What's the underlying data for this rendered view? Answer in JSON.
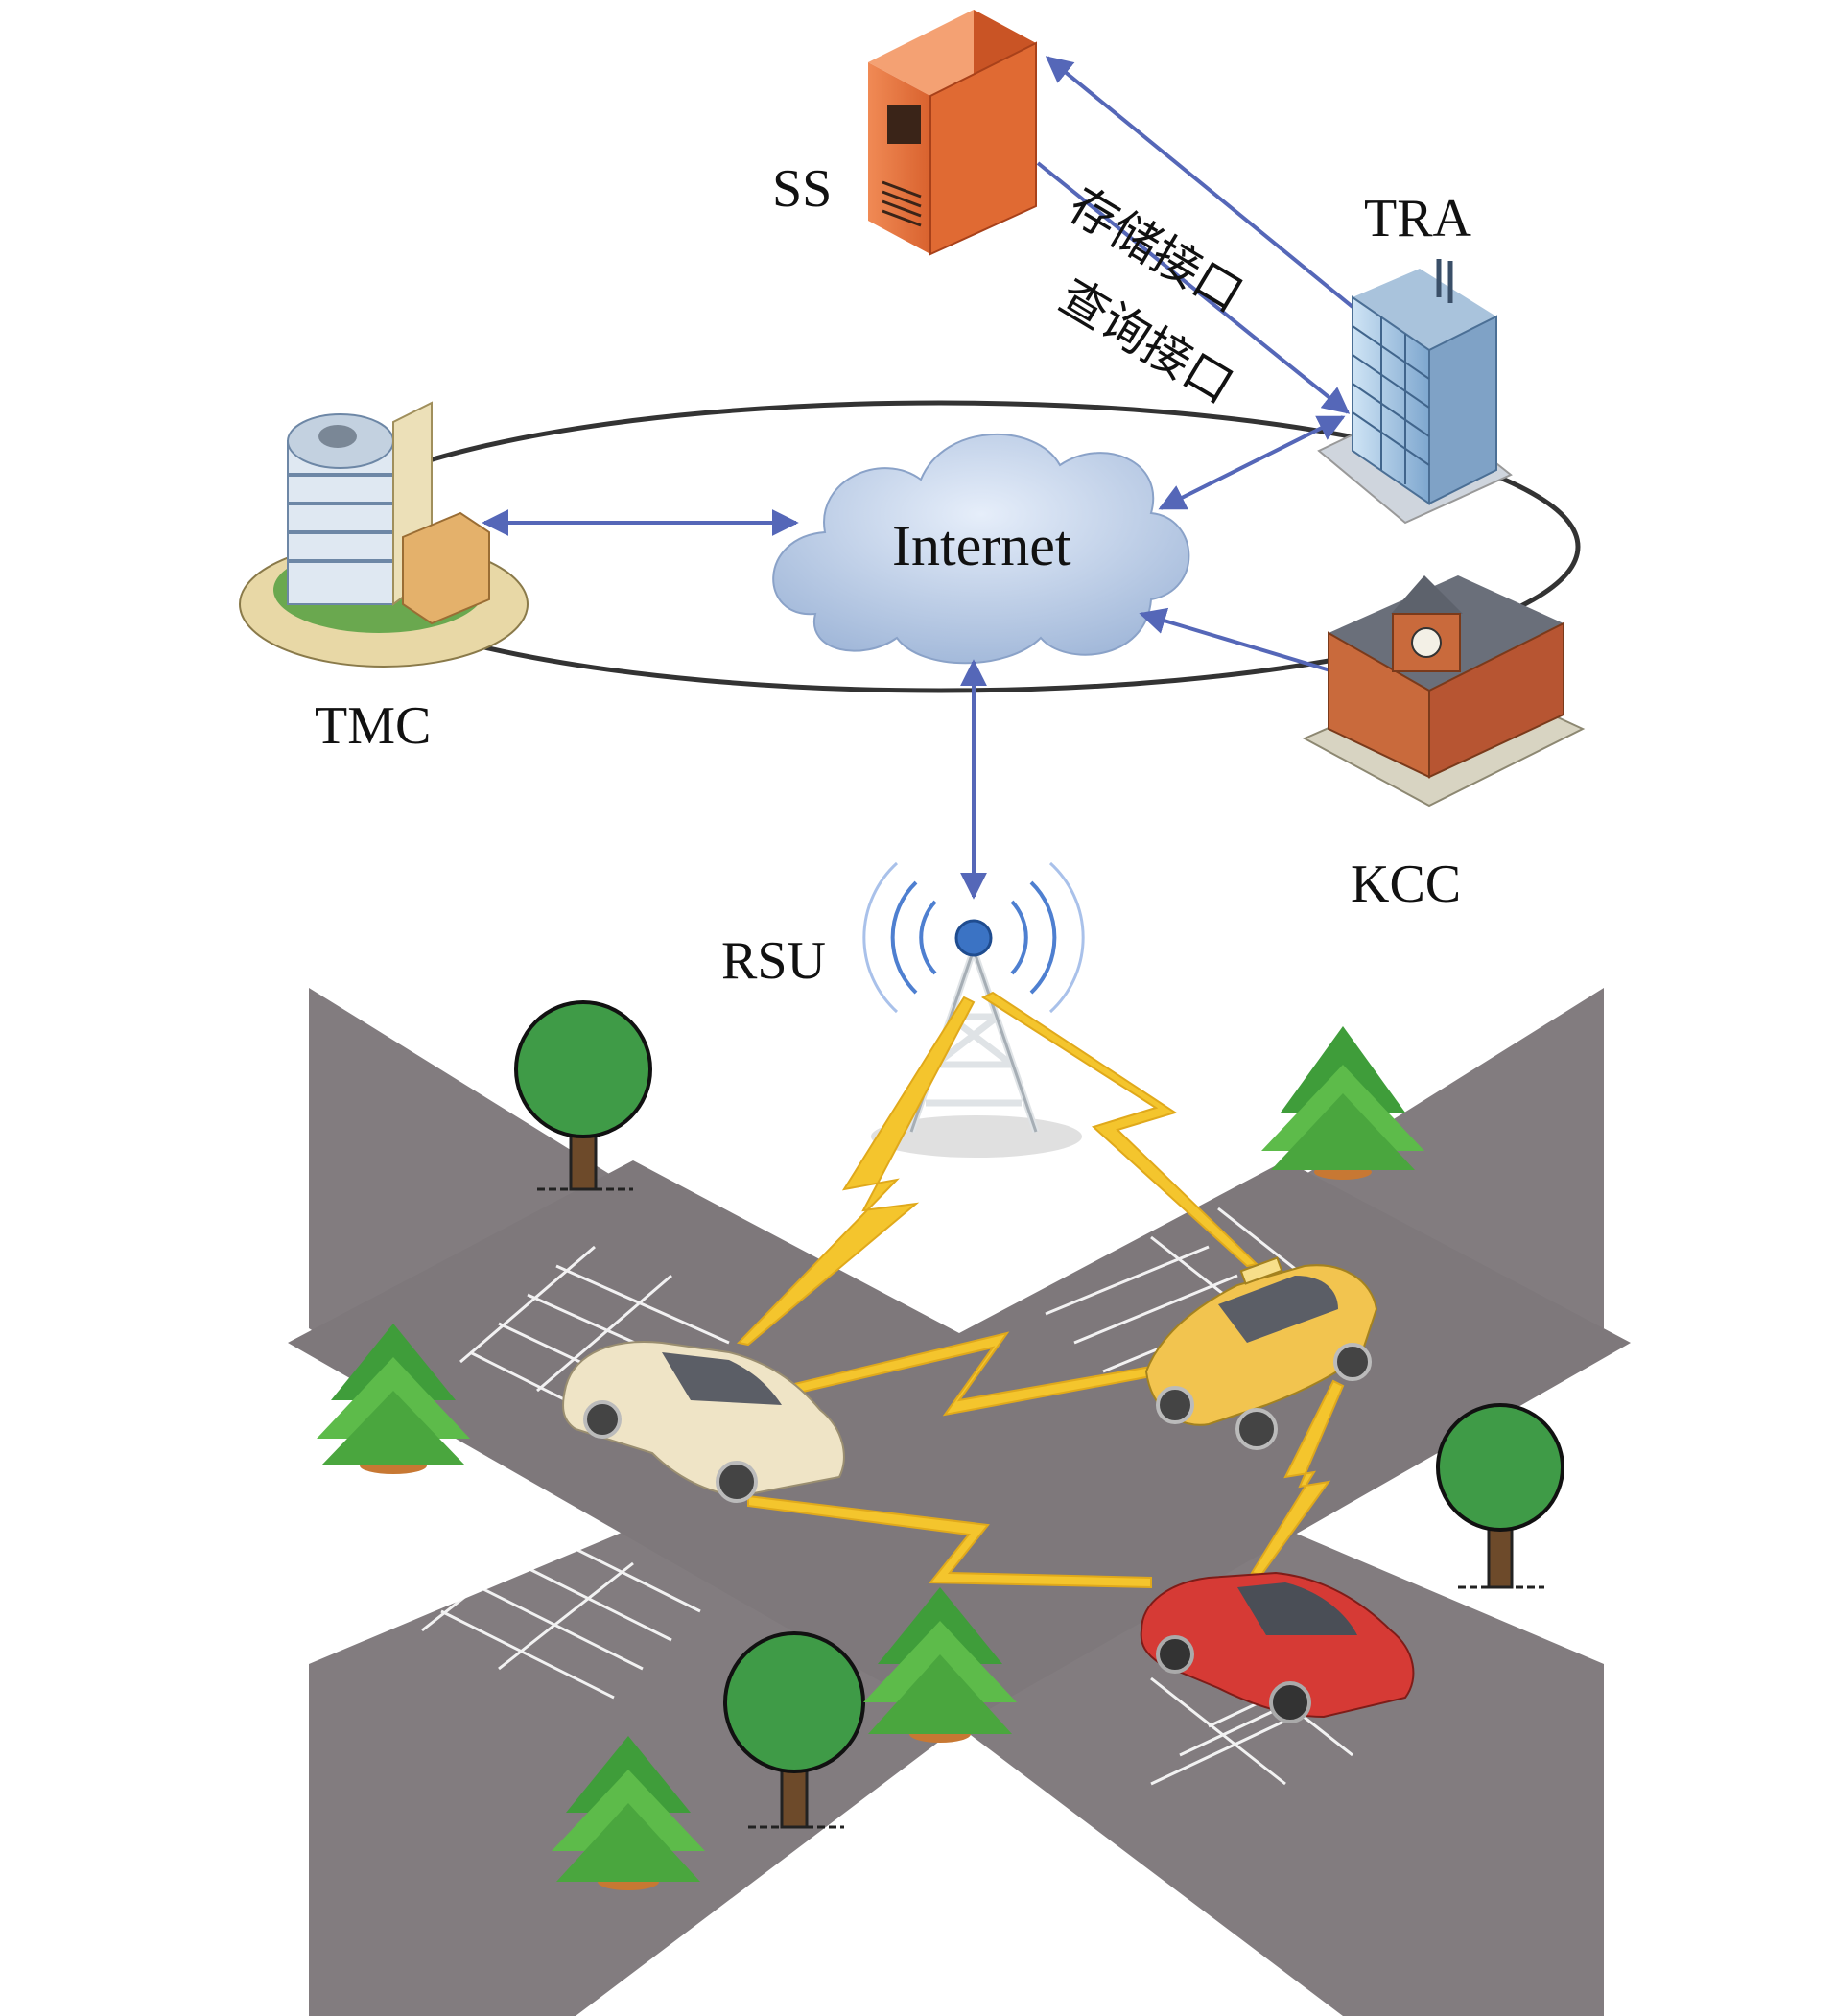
{
  "nodes": {
    "ss": "SS",
    "tra": "TRA",
    "tmc": "TMC",
    "kcc": "KCC",
    "rsu": "RSU",
    "internet": "Internet"
  },
  "interfaces": {
    "storage": "存储接口",
    "query": "查询接口"
  },
  "colors": {
    "arrow": "#5567b8",
    "road": "#807a7d",
    "link": "#f2c22c",
    "cloud": "#b9cce6"
  }
}
